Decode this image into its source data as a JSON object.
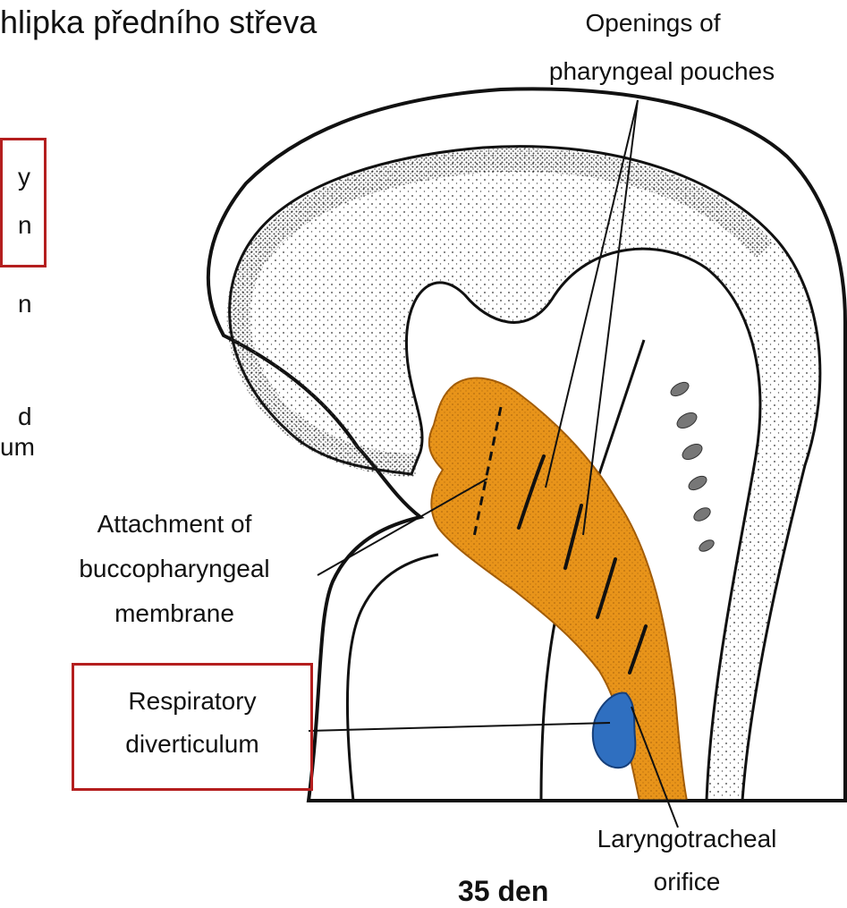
{
  "title": "hlipka předního střeva",
  "day_label": "35 den",
  "left_fragments": [
    "y",
    "n",
    "n",
    "d",
    "um"
  ],
  "labels": {
    "openings": [
      "Openings of",
      "pharyngeal pouches"
    ],
    "attachment": [
      "Attachment of",
      "buccopharyngeal",
      "membrane"
    ],
    "respiratory": [
      "Respiratory",
      "diverticulum"
    ],
    "laryngotracheal": [
      "Laryngotracheal",
      "orifice"
    ]
  },
  "colors": {
    "foregut": "#e8941a",
    "diverticulum": "#2f6fc0",
    "highlight_box": "#b41e1e",
    "outline": "#111111"
  }
}
